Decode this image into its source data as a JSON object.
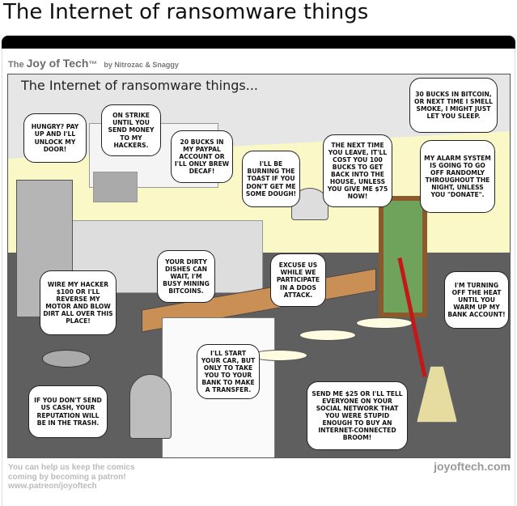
{
  "post_title": "The Internet of ransomware things",
  "comic": {
    "brand_the": "The",
    "brand_name": "Joy of Tech",
    "brand_tm": "™",
    "byline": "by Nitrozac & Snaggy",
    "panel_title": "The Internet of ransomware things...",
    "bubbles": {
      "door_lock": "HUNGRY? PAY UP AND I'LL UNLOCK MY DOOR!",
      "microwave": "ON STRIKE UNTIL YOU SEND MONEY TO MY HACKERS.",
      "coffee_maker": "20 BUCKS IN MY PAYPAL ACCOUNT OR I'LL ONLY BREW DECAF!",
      "toaster": "I'LL BE BURNING THE TOAST IF YOU DON'T GET ME SOME DOUGH!",
      "front_door": "THE NEXT TIME YOU LEAVE, IT'LL COST YOU 100 BUCKS TO GET BACK INTO THE HOUSE, UNLESS YOU GIVE ME $75 NOW!",
      "smoke_detector": "30 BUCKS IN BITCOIN, OR NEXT TIME I SMELL SMOKE, I MIGHT JUST LET YOU SLEEP.",
      "alarm": "MY ALARM SYSTEM IS GOING TO GO OFF RANDOMLY THROUGHOUT THE NIGHT, UNLESS YOU \"DONATE\".",
      "dishwasher": "YOUR DIRTY DISHES CAN WAIT, I'M BUSY MINING BITCOINS.",
      "roomba": "WIRE MY HACKER $100 OR I'LL REVERSE MY MOTOR AND BLOW DIRT ALL OVER THIS PLACE!",
      "camera": "EXCUSE US WHILE WE PARTICIPATE IN A DDOS ATTACK.",
      "thermostat": "I'M TURNING OFF THE HEAT UNTIL YOU WARM UP MY BANK ACCOUNT!",
      "car_keys": "I'LL START YOUR CAR, BUT ONLY TO TAKE YOU TO YOUR BANK TO MAKE A TRANSFER.",
      "trash_can": "IF YOU DON'T SEND US CASH, YOUR REPUTATION WILL BE IN THE TRASH.",
      "broom": "SEND ME $25 OR I'LL TELL EVERYONE ON YOUR SOCIAL NETWORK THAT YOU WERE STUPID ENOUGH TO BUY AN INTERNET-CONNECTED BROOM!"
    },
    "footer_note": "You can help us keep the comics\ncoming by becoming a patron!\nwww.patreon/joyoftech",
    "site": "joyoftech.com"
  }
}
